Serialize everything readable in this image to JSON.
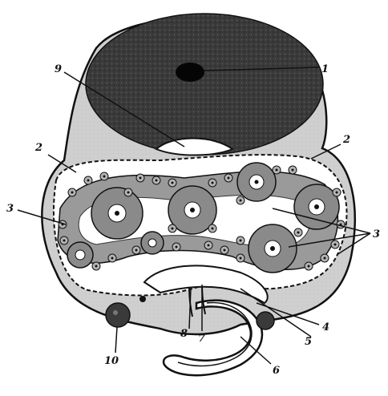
{
  "figure": {
    "labels": [
      {
        "id": "label-1",
        "text": "1"
      },
      {
        "id": "label-2-left",
        "text": "2"
      },
      {
        "id": "label-2-right",
        "text": "2"
      },
      {
        "id": "label-3-left",
        "text": "3"
      },
      {
        "id": "label-3-right",
        "text": "3"
      },
      {
        "id": "label-4",
        "text": "4"
      },
      {
        "id": "label-5",
        "text": "5"
      },
      {
        "id": "label-6",
        "text": "6"
      },
      {
        "id": "label-7",
        "text": "7"
      },
      {
        "id": "label-8",
        "text": "8"
      },
      {
        "id": "label-9",
        "text": "9"
      },
      {
        "id": "label-10",
        "text": "10"
      }
    ]
  },
  "colors": {
    "ink": "#111111",
    "yolk": "#3a3a3a",
    "tissue": "#cfcfcf",
    "cell": "#8a8a8a",
    "paper": "#ffffff"
  }
}
